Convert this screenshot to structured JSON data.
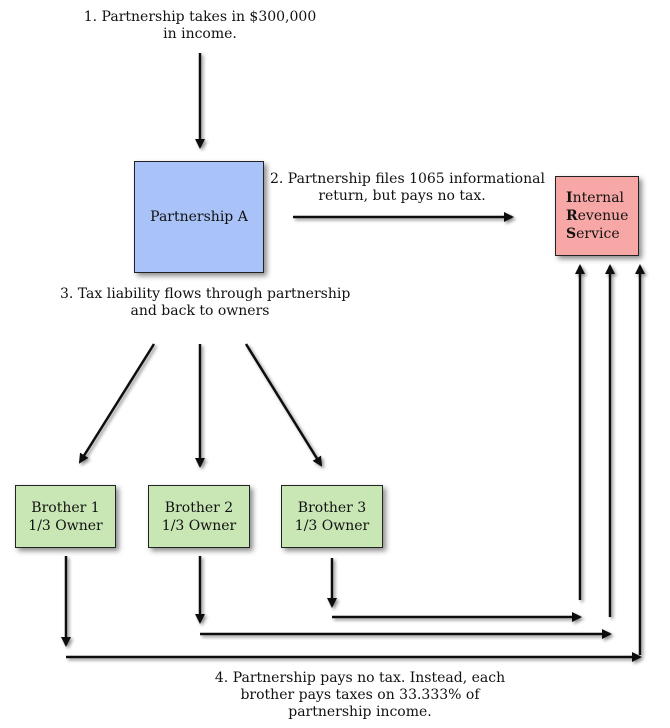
{
  "step1": {
    "line1": "1. Partnership takes in $300,000",
    "line2": "in income."
  },
  "partnership": {
    "label": "Partnership A",
    "color": "#a9c3f8"
  },
  "step2": {
    "line1": "2. Partnership files 1065 informational",
    "line2": "return, but pays no tax."
  },
  "irs": {
    "line1_initial": "I",
    "line1_rest": "nternal",
    "line2_initial": "R",
    "line2_rest": "evenue",
    "line3_initial": "S",
    "line3_rest": "ervice",
    "color": "#f7a8a6"
  },
  "step3": {
    "line1": "3. Tax liability flows through partnership",
    "line2": "and back to owners"
  },
  "brothers": [
    {
      "name": "Brother 1",
      "share": "1/3 Owner"
    },
    {
      "name": "Brother 2",
      "share": "1/3 Owner"
    },
    {
      "name": "Brother 3",
      "share": "1/3 Owner"
    }
  ],
  "brother_color": "#c9e7b5",
  "step4": {
    "line1": "4. Partnership pays no tax.  Instead, each",
    "line2": "brother pays taxes on 33.333% of",
    "line3": "partnership income."
  }
}
